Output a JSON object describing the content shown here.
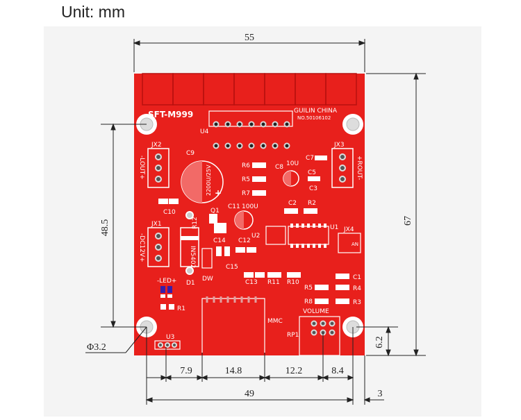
{
  "unit_label": "Unit: mm",
  "board": {
    "title": "SFT-M999",
    "maker": "GUILIN CHINA",
    "code": "NO.50106102"
  },
  "dimensions": {
    "width": "55",
    "height": "67",
    "hole_spacing": "48.5",
    "bottom_span": "49",
    "hole_diameter": "Φ3.2",
    "seg_a": "7.9",
    "seg_b": "14.8",
    "seg_c": "12.2",
    "seg_d": "8.4",
    "edge_offset": "3",
    "hole_height": "6.2"
  },
  "labels": {
    "u4": "U4",
    "jx2": "JX2",
    "jx3": "JX3",
    "jx1": "JX1",
    "jx4": "JX4",
    "c9": "C9",
    "c9_val": "2200U/25V",
    "c10": "C10",
    "c11": "C11",
    "c11_val": "100U",
    "c12": "C12",
    "c13": "C13",
    "c14": "C14",
    "c15": "C15",
    "c1": "C1",
    "c2": "C2",
    "c3": "C3",
    "c5": "C5",
    "c7": "C7",
    "c8": "C8",
    "c8_val": "10U",
    "r1": "R1",
    "r2": "R2",
    "r3": "R3",
    "r4": "R4",
    "r5": "R5",
    "r6": "R6",
    "r7": "R7",
    "r8": "R8",
    "r10": "R10",
    "r11": "R11",
    "r12": "R12",
    "q1": "Q1",
    "u1": "U1",
    "u2": "U2",
    "u3": "U3",
    "d1": "D1",
    "dw": "DW",
    "diode": "IN5402",
    "led": "-LED+",
    "volume": "VOLUME",
    "rp1": "RP1",
    "mmc": "MMC",
    "an": "AN",
    "lout": "-LOUT+",
    "rout": "+ROUT-",
    "dc12v": "-DC12V+"
  }
}
